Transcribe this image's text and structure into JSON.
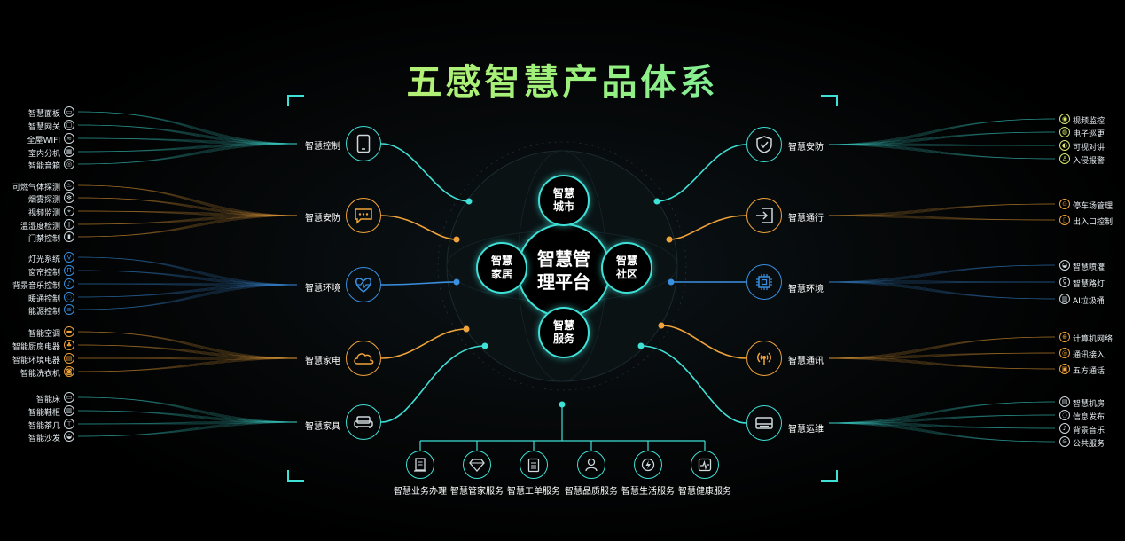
{
  "title": "五感智慧产品体系",
  "colors": {
    "teal": "#3fe0d6",
    "orange": "#f0a33a",
    "blue": "#3a8fe0",
    "yellow": "#d8e86a",
    "bg": "#000000"
  },
  "center": {
    "main": "智慧管理平台",
    "city": "智慧城市",
    "home": "智慧家居",
    "community": "智慧社区",
    "service": "智慧服务"
  },
  "left_hubs": [
    {
      "label": "智慧控制",
      "icon": "phone-icon",
      "color": "#3fe0d6"
    },
    {
      "label": "智慧安防",
      "icon": "chat-bubble-icon",
      "color": "#f0a33a"
    },
    {
      "label": "智慧环境",
      "icon": "heart-pulse-icon",
      "color": "#3a8fe0"
    },
    {
      "label": "智慧家电",
      "icon": "cloud-icon",
      "color": "#f0a33a"
    },
    {
      "label": "智慧家具",
      "icon": "sofa-icon",
      "color": "#3fe0d6"
    }
  ],
  "right_hubs": [
    {
      "label": "智慧安防",
      "icon": "shield-check-icon",
      "color": "#3fe0d6"
    },
    {
      "label": "智慧通行",
      "icon": "door-entry-icon",
      "color": "#f0a33a"
    },
    {
      "label": "智慧环境",
      "icon": "chip-icon",
      "color": "#3a8fe0"
    },
    {
      "label": "智慧通讯",
      "icon": "signal-tower-icon",
      "color": "#f0a33a"
    },
    {
      "label": "智慧运维",
      "icon": "server-icon",
      "color": "#3fe0d6"
    }
  ],
  "left_items": [
    [
      "智慧面板",
      "智慧网关",
      "全屋WIFI",
      "室内分机",
      "智能音箱"
    ],
    [
      "可燃气体探测",
      "烟雾探测",
      "视频监测",
      "温湿度检测",
      "门禁控制"
    ],
    [
      "灯光系统",
      "窗帘控制",
      "背景音乐控制",
      "暖通控制",
      "能源控制"
    ],
    [
      "智能空调",
      "智能厨房电器",
      "智能环境电器",
      "智能洗衣机"
    ],
    [
      "智能床",
      "智能鞋柜",
      "智能茶几",
      "智能沙发"
    ]
  ],
  "right_items": [
    [
      "视频监控",
      "电子巡更",
      "可视对讲",
      "入侵报警"
    ],
    [
      "停车场管理",
      "出入口控制"
    ],
    [
      "智慧喷灌",
      "智慧路灯",
      "AI垃圾桶"
    ],
    [
      "计算机网络",
      "通讯接入",
      "五方通话"
    ],
    [
      "智慧机房",
      "信息发布",
      "背景音乐",
      "公共服务"
    ]
  ],
  "bottom_services": [
    {
      "label": "智慧业务办理",
      "icon": "document-icon"
    },
    {
      "label": "智慧管家服务",
      "icon": "diamond-icon"
    },
    {
      "label": "智慧工单服务",
      "icon": "clipboard-icon"
    },
    {
      "label": "智慧品质服务",
      "icon": "person-icon"
    },
    {
      "label": "智慧生活服务",
      "icon": "lightning-icon"
    },
    {
      "label": "智慧健康服务",
      "icon": "pulse-icon"
    }
  ]
}
